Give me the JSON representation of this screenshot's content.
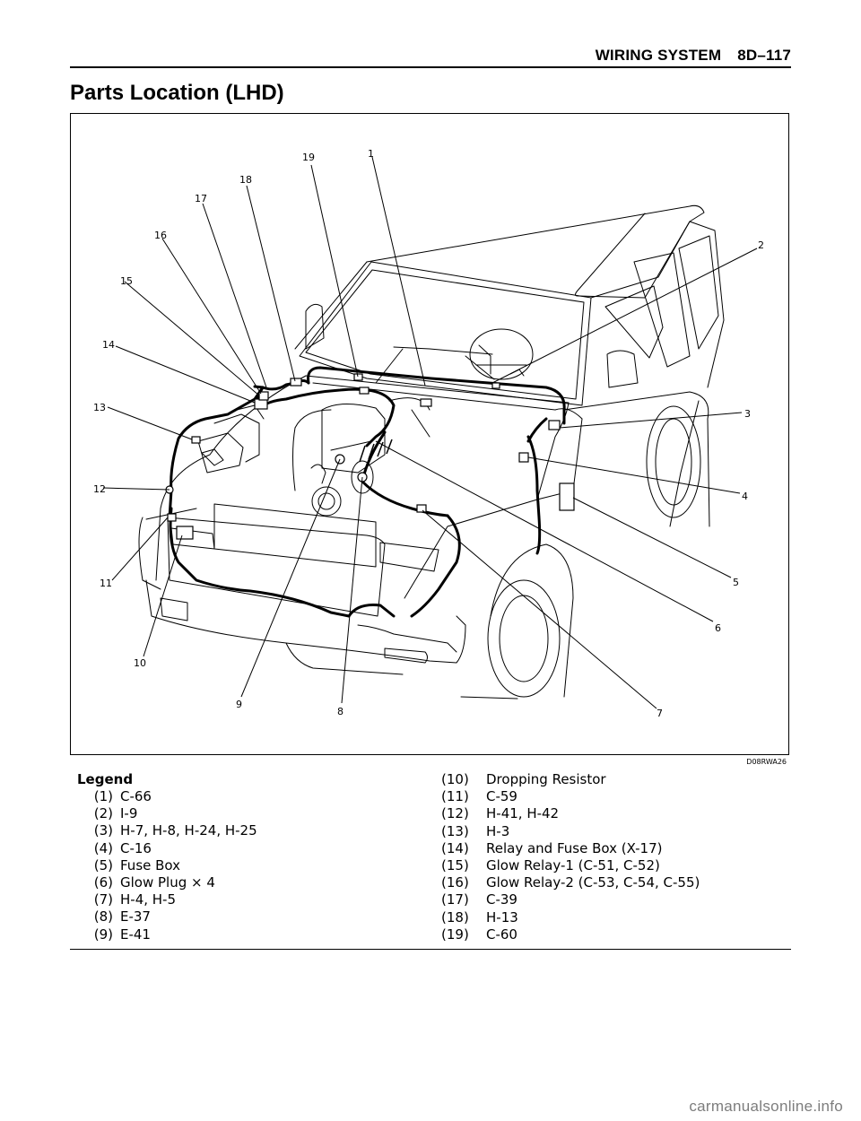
{
  "header": {
    "section": "WIRING SYSTEM",
    "page": "8D–117"
  },
  "title": "Parts Location (LHD)",
  "figure": {
    "id": "D08RWA26",
    "callouts": [
      "1",
      "2",
      "3",
      "4",
      "5",
      "6",
      "7",
      "8",
      "9",
      "10",
      "11",
      "12",
      "13",
      "14",
      "15",
      "16",
      "17",
      "18",
      "19"
    ]
  },
  "legend": {
    "title": "Legend",
    "left": [
      {
        "num": "(1)",
        "text": "C-66"
      },
      {
        "num": "(2)",
        "text": "I-9"
      },
      {
        "num": "(3)",
        "text": "H-7, H-8, H-24, H-25"
      },
      {
        "num": "(4)",
        "text": "C-16"
      },
      {
        "num": "(5)",
        "text": "Fuse Box"
      },
      {
        "num": "(6)",
        "text": "Glow Plug × 4"
      },
      {
        "num": "(7)",
        "text": "H-4, H-5"
      },
      {
        "num": "(8)",
        "text": "E-37"
      },
      {
        "num": "(9)",
        "text": "E-41"
      }
    ],
    "right": [
      {
        "num": "(10)",
        "text": "Dropping Resistor"
      },
      {
        "num": "(11)",
        "text": "C-59"
      },
      {
        "num": "(12)",
        "text": "H-41, H-42"
      },
      {
        "num": "(13)",
        "text": "H-3"
      },
      {
        "num": "(14)",
        "text": "Relay and Fuse Box (X-17)"
      },
      {
        "num": "(15)",
        "text": "Glow Relay-1 (C-51, C-52)"
      },
      {
        "num": "(16)",
        "text": "Glow Relay-2 (C-53, C-54, C-55)"
      },
      {
        "num": "(17)",
        "text": "C-39"
      },
      {
        "num": "(18)",
        "text": "H-13"
      },
      {
        "num": "(19)",
        "text": "C-60"
      }
    ]
  },
  "watermark": "carmanualsonline.info"
}
